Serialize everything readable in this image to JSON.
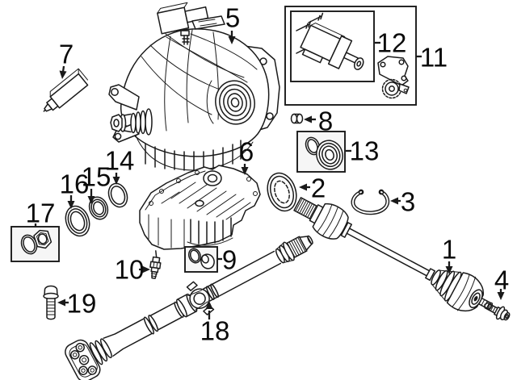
{
  "diagram": {
    "background_color": "#ffffff",
    "line_color": "#1a1a1a",
    "group_box_fill": "#f6f6f6",
    "callouts": {
      "c1": {
        "label": "1"
      },
      "c2": {
        "label": "2"
      },
      "c3": {
        "label": "3"
      },
      "c4": {
        "label": "4"
      },
      "c5": {
        "label": "5"
      },
      "c6": {
        "label": "6"
      },
      "c7": {
        "label": "7"
      },
      "c8": {
        "label": "8"
      },
      "c9": {
        "label": "9"
      },
      "c10": {
        "label": "10"
      },
      "c11": {
        "label": "11"
      },
      "c12": {
        "label": "12"
      },
      "c13": {
        "label": "13"
      },
      "c14": {
        "label": "14"
      },
      "c15": {
        "label": "15"
      },
      "c16": {
        "label": "16"
      },
      "c17": {
        "label": "17"
      },
      "c18": {
        "label": "18"
      },
      "c19": {
        "label": "19"
      }
    }
  }
}
